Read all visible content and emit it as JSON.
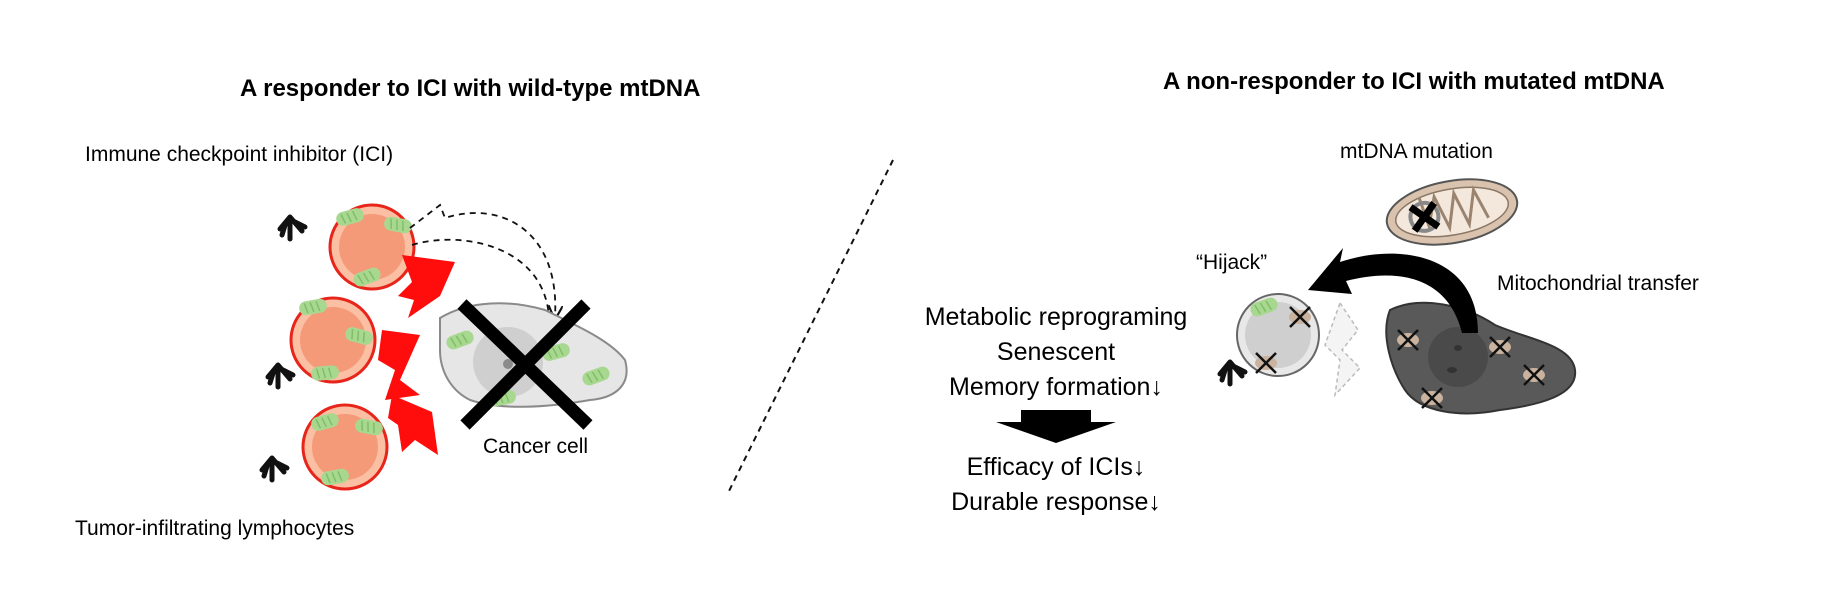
{
  "left_panel": {
    "title": "A responder to ICI with wild-type mtDNA",
    "ici_label": "Immune checkpoint inhibitor (ICI)",
    "cancer_label": "Cancer cell",
    "til_label": "Tumor-infiltrating lymphocytes"
  },
  "right_panel": {
    "title": "A non-responder to ICI with mutated mtDNA",
    "mutation_label": "mtDNA mutation",
    "hijack_label": "“Hijack”",
    "transfer_label": "Mitochondrial transfer",
    "effects": [
      "Metabolic reprograming",
      "Senescent",
      "Memory formation↓"
    ],
    "outcomes": [
      "Efficacy of ICIs↓",
      "Durable response↓"
    ]
  },
  "colors": {
    "tcell_outer": "#e8251a",
    "tcell_fill": "#fbbfa3",
    "tcell_core": "#f59a78",
    "mito_green": "#a8d890",
    "attack_red": "#ff0d0d",
    "cancer_gray": "#e6e6e6",
    "donor_gray": "#595959",
    "mito_tan": "#c9b29e"
  }
}
